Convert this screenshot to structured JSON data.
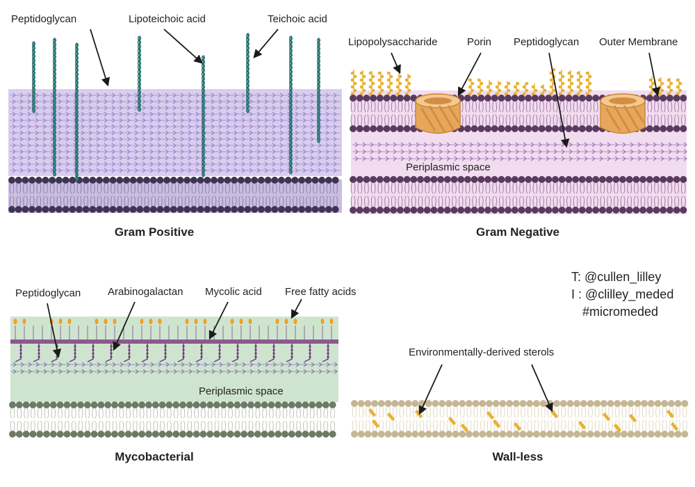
{
  "gram_positive": {
    "title": "Gram Positive",
    "labels": {
      "peptidoglycan": "Peptidoglycan",
      "lipoteichoic_acid": "Lipoteichoic acid",
      "teichoic_acid": "Teichoic acid"
    }
  },
  "gram_negative": {
    "title": "Gram Negative",
    "labels": {
      "lipopolysaccharide": "Lipopolysaccharide",
      "porin": "Porin",
      "peptidoglycan": "Peptidoglycan",
      "outer_membrane": "Outer Membrane",
      "periplasmic_space": "Periplasmic space"
    }
  },
  "mycobacterial": {
    "title": "Mycobacterial",
    "labels": {
      "peptidoglycan": "Peptidoglycan",
      "arabinogalactan": "Arabinogalactan",
      "mycolic_acid": "Mycolic acid",
      "free_fatty_acids": "Free fatty acids",
      "periplasmic_space": "Periplasmic space"
    }
  },
  "wall_less": {
    "title": "Wall-less",
    "labels": {
      "sterols": "Environmentally-derived sterols"
    }
  },
  "credits": {
    "twitter": "T: @cullen_lilley",
    "instagram": "I : @clilley_meded",
    "hashtag": "#micromeded"
  },
  "colors": {
    "purple_bg": "#d9cdee",
    "pink_bg": "#f2dcef",
    "green_bg": "#cfe4cf",
    "lipid_head_dark": "#5a3a5e",
    "lipid_head_green": "#6c7a66",
    "lipid_head_tan": "#c5b694",
    "teal": "#2b7d7a",
    "gold": "#e8b230",
    "porin": "#e6a65c",
    "arrow": "#1b1b1b"
  }
}
